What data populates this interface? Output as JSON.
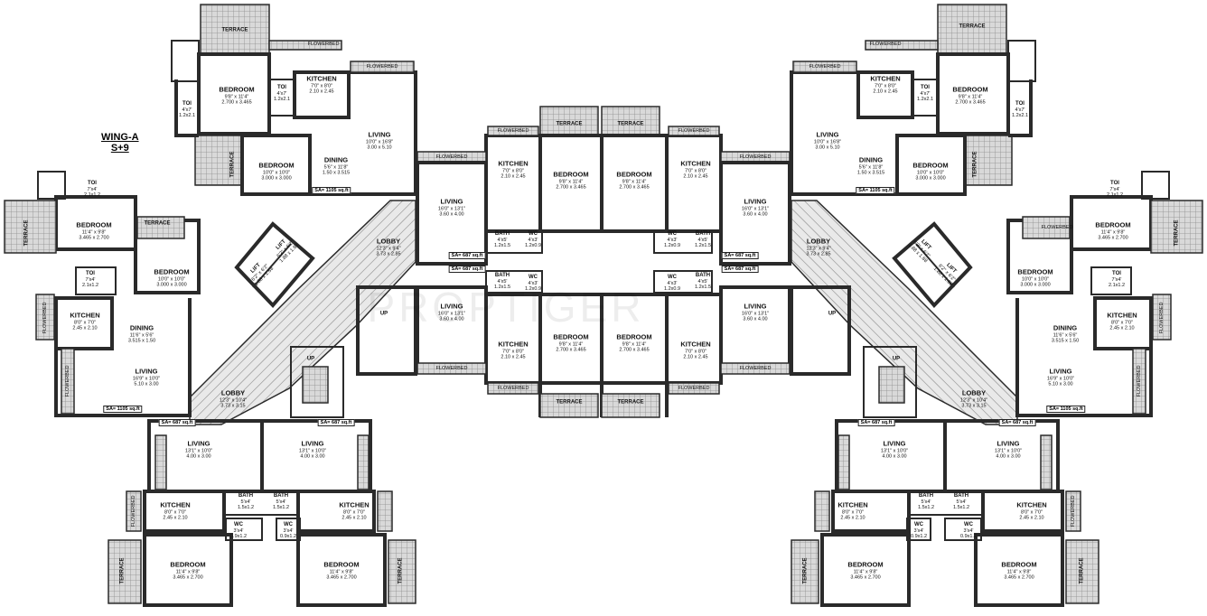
{
  "wing": {
    "name": "WING-A",
    "floors": "S+9"
  },
  "watermark": "PROPTIGER",
  "rooms": {
    "bedroom_11x9": {
      "name": "BEDROOM",
      "imperial": "11'4\" x 9'8\"",
      "metric": "3.465 x 2.700"
    },
    "bedroom_10x10": {
      "name": "BEDROOM",
      "imperial": "10'0\" x 10'0\"",
      "metric": "3.000 x 3.000"
    },
    "bedroom_9x11": {
      "name": "BEDROOM",
      "imperial": "9'8\" x 11'4\"",
      "metric": "2.700 x 3.465"
    },
    "kitchen_a": {
      "name": "KITCHEN",
      "imperial": "7'0\" x 8'0\"",
      "metric": "2.10 x 2.45"
    },
    "kitchen_b": {
      "name": "KITCHEN",
      "imperial": "8'0\" x 7'0\"",
      "metric": "2.45 x 2.10"
    },
    "living_big": {
      "name": "LIVING",
      "imperial": "10'0\" x 16'8\"",
      "metric": "3.00 x 5.10"
    },
    "living_13": {
      "name": "LIVING",
      "imperial": "16'0\" x 13'1\"",
      "metric": "3.60 x 4.00"
    },
    "living_12": {
      "name": "LIVING",
      "imperial": "13'1\" x 10'0\"",
      "metric": "4.00 x 3.00"
    },
    "living_side": {
      "name": "LIVING",
      "imperial": "16'9\" x 10'0\"",
      "metric": "5.10 x 3.00"
    },
    "dining": {
      "name": "DINING",
      "imperial": "5'6\" x 11'8\"",
      "metric": "1.50 x 3.515"
    },
    "dining_side": {
      "name": "DINING",
      "imperial": "11'6\" x 5'6\"",
      "metric": "3.515 x 1.50"
    },
    "toi": {
      "name": "TOI",
      "imperial": "4'x7'",
      "metric": "1.2x2.1"
    },
    "toi_h": {
      "name": "TOI",
      "imperial": "7'x4'",
      "metric": "2.1x1.2"
    },
    "bath": {
      "name": "BATH",
      "imperial": "4'x5'",
      "metric": "1.2x1.5"
    },
    "bath_h": {
      "name": "BATH",
      "imperial": "5'x4'",
      "metric": "1.5x1.2"
    },
    "wc": {
      "name": "WC",
      "imperial": "4'x3'",
      "metric": "1.2x0.9"
    },
    "wc_h": {
      "name": "WC",
      "imperial": "3'x4'",
      "metric": "0.9x1.2"
    },
    "lobby_a": {
      "name": "LOBBY",
      "imperial": "12'3\" x 9'4\"",
      "metric": "3.73 x 2.85"
    },
    "lobby_b": {
      "name": "LOBBY",
      "imperial": "12'3\" x 10'4\"",
      "metric": "3.73 x 3.15"
    },
    "lift": {
      "name": "LIFT",
      "imperial": "6'2\" x 6'2\"",
      "metric": "1.88 x 1.88"
    }
  },
  "labels": {
    "terrace": "TERRACE",
    "flowerbed": "FLOWERBED",
    "up": "UP",
    "sa_1105": "SA= 1105 sq.ft",
    "sa_687": "SA= 687 sq.ft"
  }
}
